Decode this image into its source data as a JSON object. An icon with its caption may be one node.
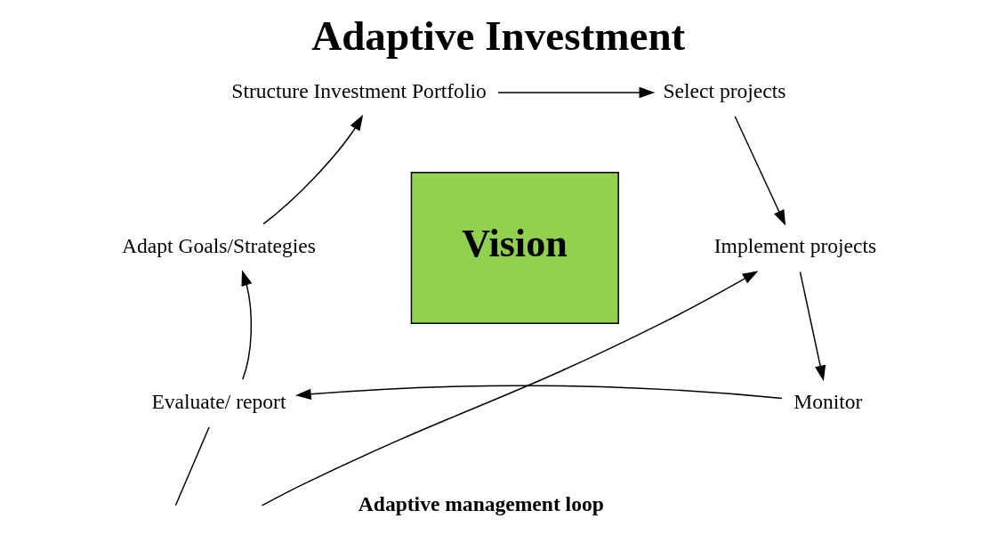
{
  "diagram": {
    "title": "Adaptive Investment",
    "nodes": [
      {
        "text": [
          "Structure Investment Portfolio"
        ]
      },
      {
        "text": [
          "Select projects"
        ]
      },
      {
        "text": [
          "Implement projects"
        ]
      },
      {
        "text": [
          "Monitor"
        ]
      },
      {
        "text": [
          "Evaluate/ report"
        ]
      },
      {
        "text": [
          "Adapt Goals/Strategies"
        ]
      },
      {
        "text": [
          "Vision"
        ]
      }
    ],
    "edges": [
      {
        "from": 0,
        "to": 1,
        "arrow": "to"
      },
      {
        "from": 1,
        "to": 2,
        "arrow": "to"
      },
      {
        "from": 2,
        "to": 3,
        "arrow": "to"
      },
      {
        "from": 3,
        "to": 4,
        "arrow": "to"
      },
      {
        "from": 4,
        "to": 5,
        "arrow": "to"
      },
      {
        "from": 5,
        "to": 0,
        "arrow": "to"
      },
      {
        "from": 4,
        "to": null,
        "arrow": "none"
      },
      {
        "from": null,
        "to": 2,
        "arrow": "to"
      }
    ],
    "labels": [
      "Adaptive management loop"
    ]
  }
}
